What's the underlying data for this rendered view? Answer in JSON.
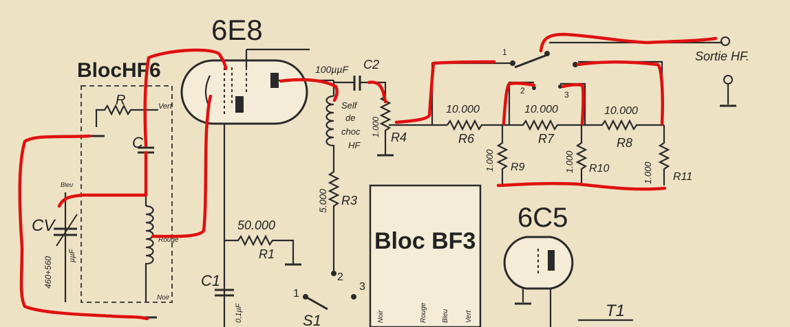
{
  "tubes": {
    "mixer": "6E8",
    "output": "6C5"
  },
  "blocks": {
    "hf": "BlocHF6",
    "bf": "Bloc BF3"
  },
  "labels": {
    "r_top": "R",
    "vert": "Vert",
    "c_block": "C",
    "cv": "CV",
    "cv_value": "460+560",
    "cv_unit": "µµF",
    "bleu": "Bleu",
    "rouge": "Rouge",
    "noir": "Noir",
    "cap_100": "100µµF",
    "c2": "C2",
    "self": "Self",
    "de": "de",
    "choc": "choc",
    "hf": "HF",
    "r4_value": "1.000",
    "r4": "R4",
    "r3_value": "5.000",
    "r3": "R3",
    "r1_value": "50.000",
    "r1": "R1",
    "c1": "C1",
    "c1_value": "0,1µF",
    "r6_value": "10.000",
    "r6": "R6",
    "r7_value": "10.000",
    "r7": "R7",
    "r8_value": "10.000",
    "r8": "R8",
    "r9_value": "1.000",
    "r9": "R9",
    "r10_value": "1.000",
    "r10": "R10",
    "r11_value": "1.000",
    "r11": "R11",
    "sw_1": "1",
    "sw_2": "2",
    "sw_3": "3",
    "s1": "S1",
    "sortie": "Sortie HF.",
    "t1": "T1",
    "bf_noir": "Noir",
    "bf_rouge": "Rouge",
    "bf_bleu": "Bleu",
    "bf_vert": "Vert",
    "top_sw_1": "1",
    "top_sw_2": "2",
    "top_sw_3": "3"
  },
  "colors": {
    "paper": "#ede2c4",
    "ink": "#2a2a2a",
    "annotation": "#e01010",
    "tube_fill": "#f4ecd6"
  }
}
